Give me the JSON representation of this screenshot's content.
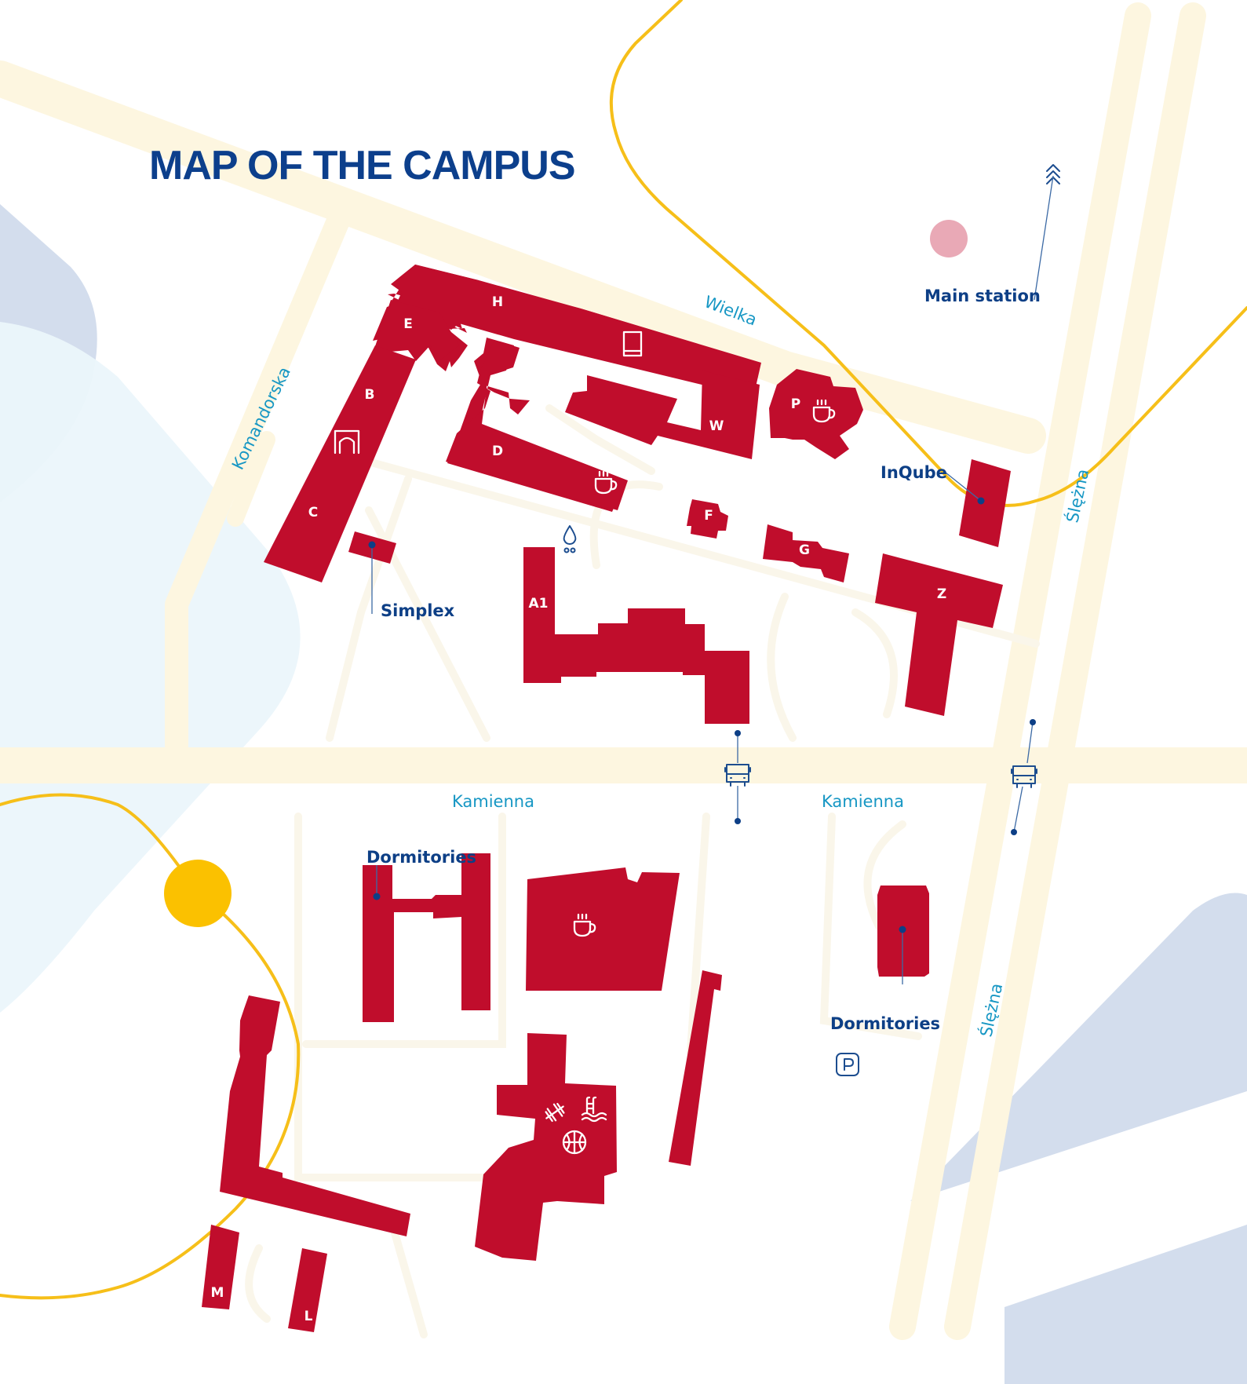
{
  "title": "MAP OF THE CAMPUS",
  "colors": {
    "building": "#c00d2c",
    "title": "#0c3f8c",
    "street_label": "#1797c4",
    "place_label": "#0d3f86",
    "rail": "#f6bf19",
    "road": "#fdf6e0",
    "station_marker": "#e9a9b6",
    "yellow_marker": "#fbc100"
  },
  "streets": {
    "wielka": "Wielka",
    "komandorska": "Komandorska",
    "kamienna_west": "Kamienna",
    "kamienna_east": "Kamienna",
    "slezna_north": "Ślężna",
    "slezna_south": "Ślężna"
  },
  "places": {
    "main_station": "Main station",
    "inqube": "InQube",
    "simplex": "Simplex",
    "dormitories_west": "Dormitories",
    "dormitories_east": "Dormitories"
  },
  "buildings": {
    "h": "H",
    "e": "E",
    "b": "B",
    "c": "C",
    "d": "D",
    "w": "W",
    "p": "P",
    "f": "F",
    "g": "G",
    "z": "Z",
    "a1": "A1",
    "m": "M",
    "l": "L"
  },
  "icons": {
    "library": "book-icon",
    "museum": "arch-icon",
    "cafe": "coffee-cup-icon",
    "water": "water-drop-icon",
    "bus": "bus-icon",
    "gym": "dumbbell-icon",
    "pool": "swimming-pool-icon",
    "basketball": "basketball-icon",
    "parking": "parking-icon",
    "arrow": "double-chevron-up-icon"
  }
}
